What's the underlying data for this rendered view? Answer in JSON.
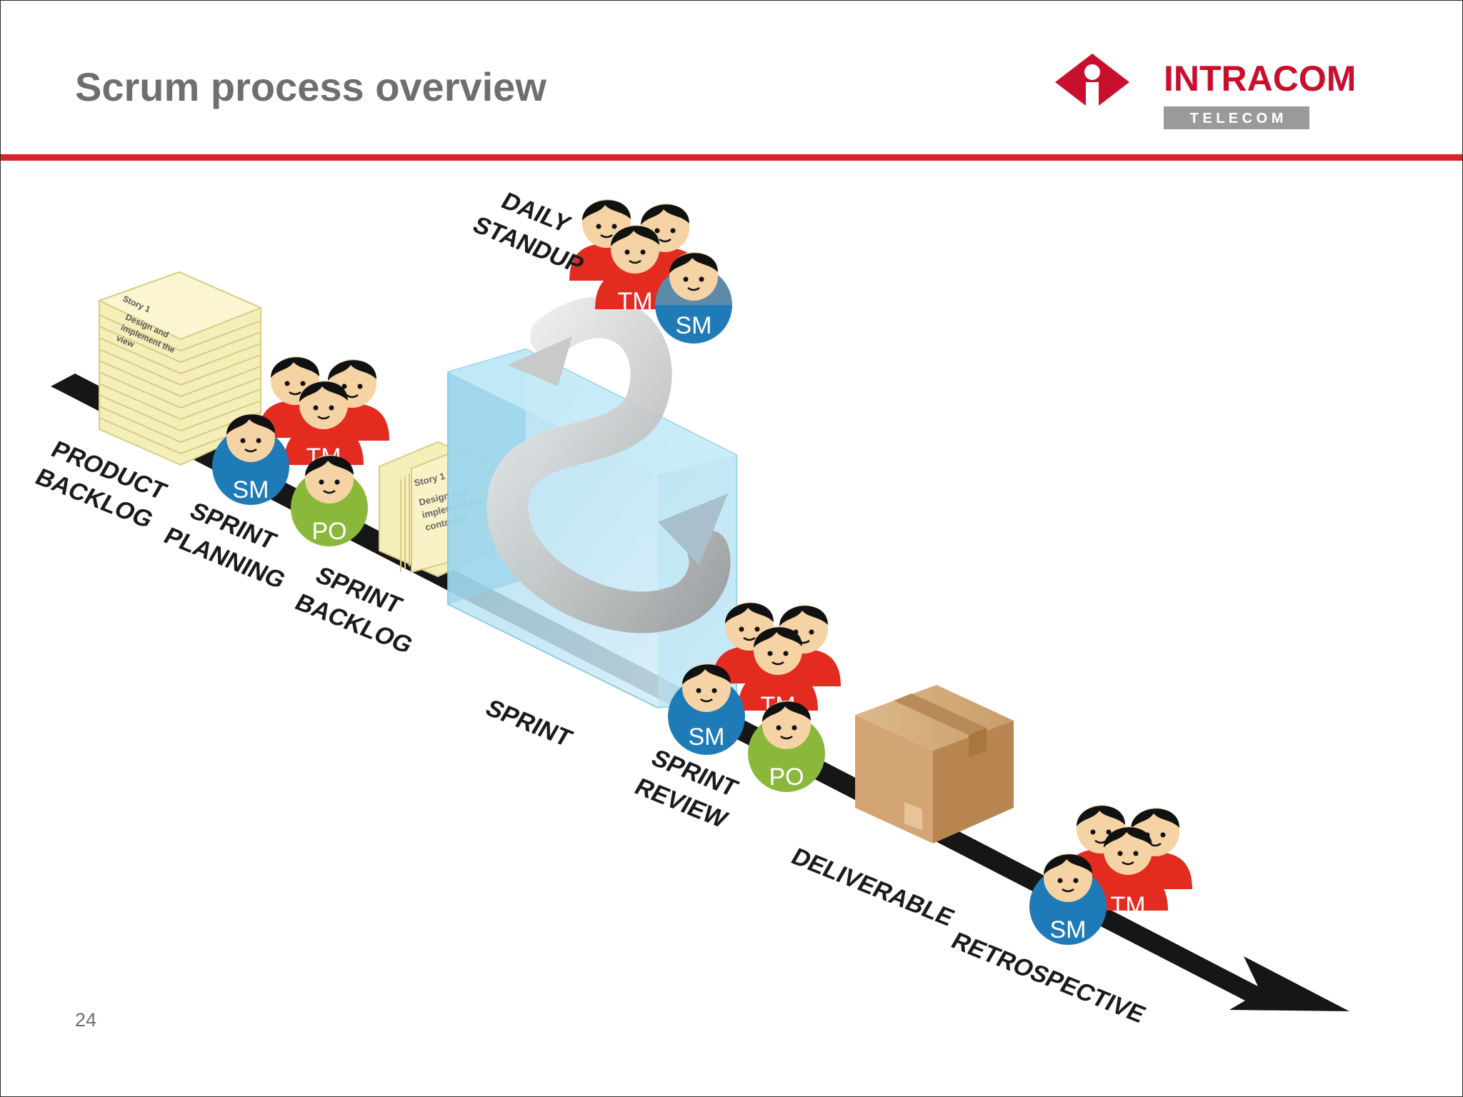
{
  "slide": {
    "title": "Scrum process overview",
    "page_number": "24",
    "accent_color": "#d8232a"
  },
  "logo": {
    "name": "INTRACOM",
    "sub": "T E L E C O M",
    "color": "#c8102e"
  },
  "stages": {
    "product_backlog": [
      "PRODUCT",
      "BACKLOG"
    ],
    "sprint_planning": [
      "SPRINT",
      "PLANNING"
    ],
    "sprint_backlog": [
      "SPRINT",
      "BACKLOG"
    ],
    "daily_standup": [
      "DAILY",
      "STANDUP"
    ],
    "sprint": [
      "SPRINT"
    ],
    "sprint_review": [
      "SPRINT",
      "REVIEW"
    ],
    "deliverable": [
      "DELIVERABLE"
    ],
    "retrospective": [
      "RETROSPECTIVE"
    ]
  },
  "roles": {
    "tm": "TM",
    "sm": "SM",
    "po": "PO",
    "colors": {
      "tm": "#e32b1f",
      "sm": "#1f7ab8",
      "po": "#8ab83a"
    }
  },
  "docs": {
    "product_backlog_card": [
      "Story 1",
      "Design and",
      "implement the",
      "view"
    ],
    "sprint_backlog_card": [
      "Story 1",
      "Design and",
      "implement the",
      "controller"
    ]
  }
}
